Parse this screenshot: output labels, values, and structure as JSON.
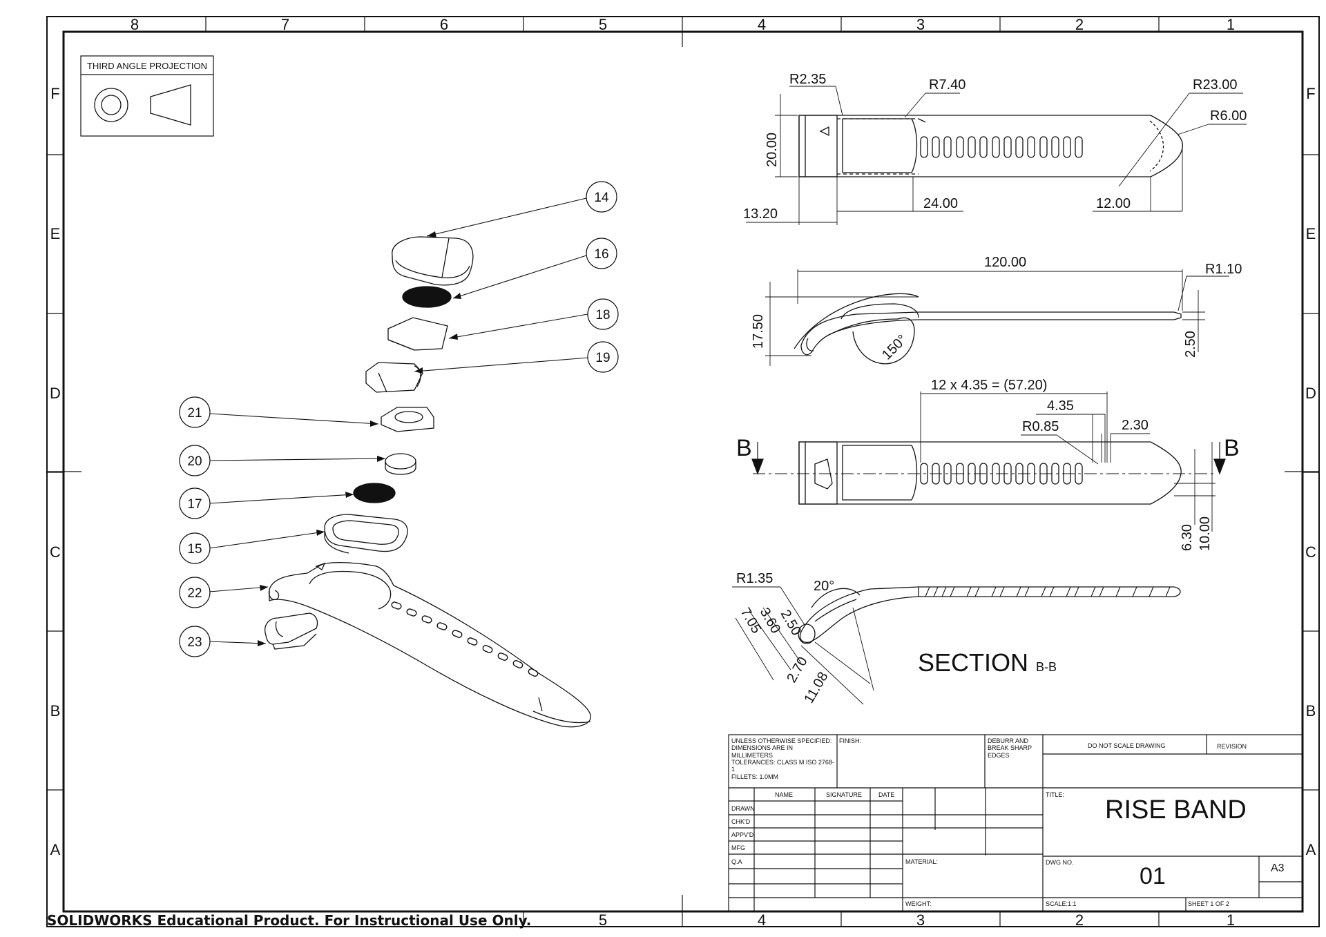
{
  "zones": {
    "top": [
      "8",
      "7",
      "6",
      "5",
      "4",
      "3",
      "2",
      "1"
    ],
    "bottom": [
      "5",
      "4",
      "3",
      "2",
      "1"
    ],
    "rows": [
      "F",
      "E",
      "D",
      "C",
      "B",
      "A"
    ]
  },
  "projection_label": "THIRD ANGLE PROJECTION",
  "balloons": [
    "14",
    "16",
    "18",
    "19",
    "21",
    "20",
    "17",
    "15",
    "22",
    "23"
  ],
  "top_view": {
    "dims": [
      "R2.35",
      "R7.40",
      "R23.00",
      "R6.00",
      "20.00",
      "13.20",
      "24.00",
      "12.00"
    ]
  },
  "side_view": {
    "dims": [
      "120.00",
      "R1.10",
      "17.50",
      "2.50",
      "150°"
    ]
  },
  "plan_view": {
    "dims": [
      "12 x 4.35 = (57.20)",
      "4.35",
      "R0.85",
      "2.30",
      "6.30",
      "10.00"
    ],
    "section_marks": [
      "B",
      "B"
    ]
  },
  "section_view": {
    "dims": [
      "R1.35",
      "20°",
      "2.50",
      "3.60",
      "7.05",
      "2.70",
      "11.08"
    ],
    "title": "SECTION",
    "subtitle": "B-B"
  },
  "title_block": {
    "notes": "UNLESS OTHERWISE SPECIFIED:\nDIMENSIONS ARE IN MILLIMETERS\nTOLERANCES: CLASS m ISO 2768-1\nFILLETS: 1.0mm",
    "finish": "FINISH:",
    "deburr": "DEBURR AND\nBREAK SHARP\nEDGES",
    "no_scale": "DO NOT SCALE DRAWING",
    "revision": "REVISION",
    "col_name": "NAME",
    "col_signature": "SIGNATURE",
    "col_date": "DATE",
    "rows": [
      "DRAWN",
      "CHK'D",
      "APPV'D",
      "MFG",
      "Q.A"
    ],
    "title_label": "TITLE:",
    "title": "RISE BAND",
    "material": "MATERIAL:",
    "weight": "WEIGHT:",
    "dwg_label": "DWG NO.",
    "dwg_no": "01",
    "size": "A3",
    "scale": "SCALE:1:1",
    "sheet": "SHEET 1 OF 2"
  },
  "footer": "SOLIDWORKS Educational Product. For Instructional Use Only."
}
